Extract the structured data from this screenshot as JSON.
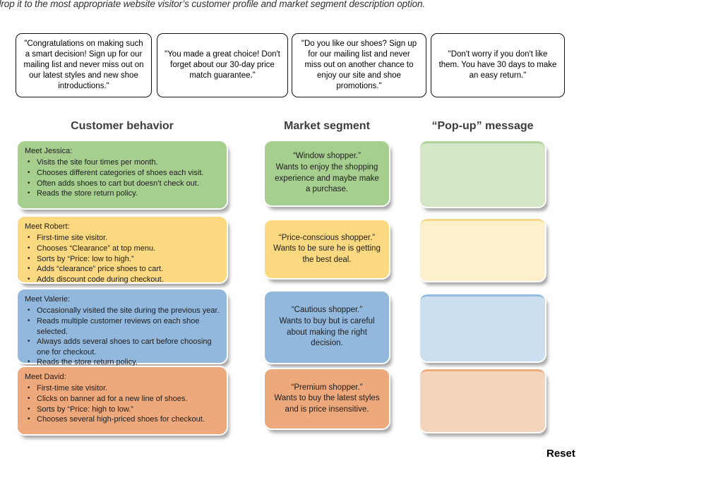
{
  "instruction": "drop it to the most appropriate website visitor’s customer profile and market segment description option.",
  "popup_cards": [
    {
      "text": "\"Congratulations on making such a smart decision! Sign up for our mailing list and never miss out on our latest styles and new shoe introductions.\""
    },
    {
      "text": "\"You made a great choice! Don't forget about our 30-day price match guarantee.\""
    },
    {
      "text": "\"Do you like our shoes? Sign up for our mailing list and never miss out on another chance to enjoy our site and shoe promotions.\""
    },
    {
      "text": "\"Don't worry if you don't like them. You have 30 days to make an easy return.\""
    }
  ],
  "columns": {
    "behavior": "Customer behavior",
    "segment": "Market segment",
    "popup": "“Pop-up” message"
  },
  "rows": [
    {
      "color_name": "green",
      "behavior": {
        "title": "Meet Jessica:",
        "bullets": [
          "Visits the site four times per month.",
          "Chooses different categories of shoes each visit.",
          "Often adds shoes to cart but doesn’t check out.",
          "Reads the store return policy."
        ]
      },
      "segment": {
        "quote": "“Window shopper.”",
        "desc": "Wants to enjoy the shopping experience and maybe make a purchase."
      }
    },
    {
      "color_name": "yellow",
      "behavior": {
        "title": "Meet Robert:",
        "bullets": [
          "First-time site visitor.",
          "Chooses “Clearance” at top menu.",
          "Sorts by “Price: low to high.”",
          "Adds “clearance” price shoes to cart.",
          "Adds discount code during checkout."
        ]
      },
      "segment": {
        "quote": "“Price-conscious shopper.”",
        "desc": "Wants to be sure he is getting the best deal."
      }
    },
    {
      "color_name": "blue",
      "behavior": {
        "title": "Meet Valerie:",
        "bullets": [
          "Occasionally visited the site during the previous year.",
          "Reads multiple customer reviews on each shoe selected.",
          "Always adds several shoes to cart before choosing one for checkout.",
          "Reads the store return policy."
        ]
      },
      "segment": {
        "quote": "“Cautious shopper.”",
        "desc": "Wants to buy but is careful about making the right decision."
      }
    },
    {
      "color_name": "orange",
      "behavior": {
        "title": "Meet David:",
        "bullets": [
          "First-time site visitor.",
          "Clicks on banner ad for a new line of shoes.",
          "Sorts by “Price: high to low.”",
          "Chooses several high-priced shoes for checkout."
        ]
      },
      "segment": {
        "quote": "“Premium shopper.”",
        "desc": "Wants to buy the latest styles and is price insensitive."
      }
    }
  ],
  "palette": {
    "green": "#a5ce8f",
    "yellow": "#fbd981",
    "blue": "#92b8dd",
    "orange": "#eda87b",
    "green_light": "#d3e6c6",
    "yellow_light": "#fdf0ca",
    "blue_light": "#cbdff0",
    "orange_light": "#f6d5bd"
  },
  "reset_label": "Reset"
}
